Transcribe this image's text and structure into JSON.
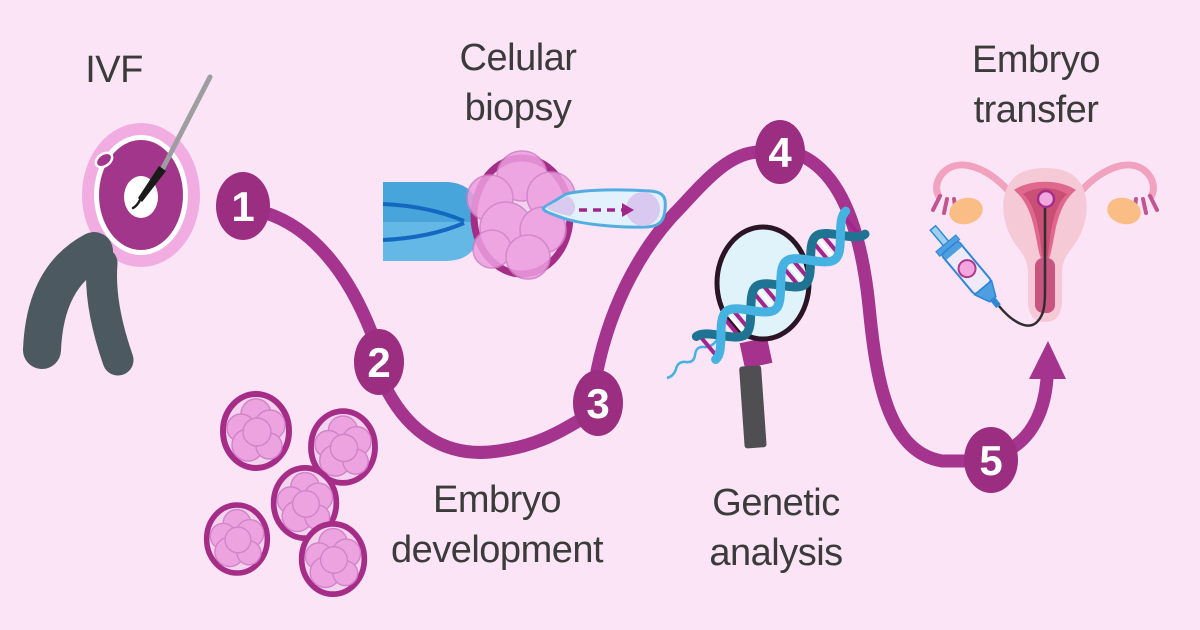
{
  "figure": {
    "description": "Five-step IVF infographic connected by a winding numbered path with an arrow"
  },
  "steps": [
    {
      "number": "1",
      "label": "IVF"
    },
    {
      "number": "2",
      "label": "Embryo\ndevelopment"
    },
    {
      "number": "3",
      "label": "Celular\nbiopsy"
    },
    {
      "number": "4",
      "label": "Genetic\nanalysis"
    },
    {
      "number": "5",
      "label": "Embryo\ntransfer"
    }
  ],
  "illustrations": {
    "step1_icon": "oocyte-icsi-injection-icon",
    "step2_icon": "embryo-cluster-icon",
    "step3_icon": "embryo-biopsy-pipette-icon",
    "step4_icon": "dna-magnifying-glass-icon",
    "step5_icon": "uterus-embryo-transfer-icon"
  },
  "colors": {
    "background": "#FBE4F5",
    "path": "#A4348E",
    "node": "#9B2E80",
    "label_text": "#3B3B3B",
    "number_text": "#FFFFFF",
    "embryo_border": "#A62D87",
    "embryo_fill": "#F3D4EE",
    "cell_fill": "#EC9EDF",
    "oocyte_body": "#A1368B",
    "oocyte_ring": "#F1ADE2",
    "pipette_blue_dark": "#47A5DB",
    "pipette_blue_light": "#63B8E6",
    "dna_light_strand": "#45B2E2",
    "dna_dark_strand": "#1F7493",
    "magnifier_ring": "#2A1426",
    "uterus_body": "#F6C9D7",
    "uterus_cavity": "#C94F75",
    "ovary": "#FABD85",
    "tool_gray": "#4D5960",
    "syringe_blue": "#2E86D4"
  }
}
